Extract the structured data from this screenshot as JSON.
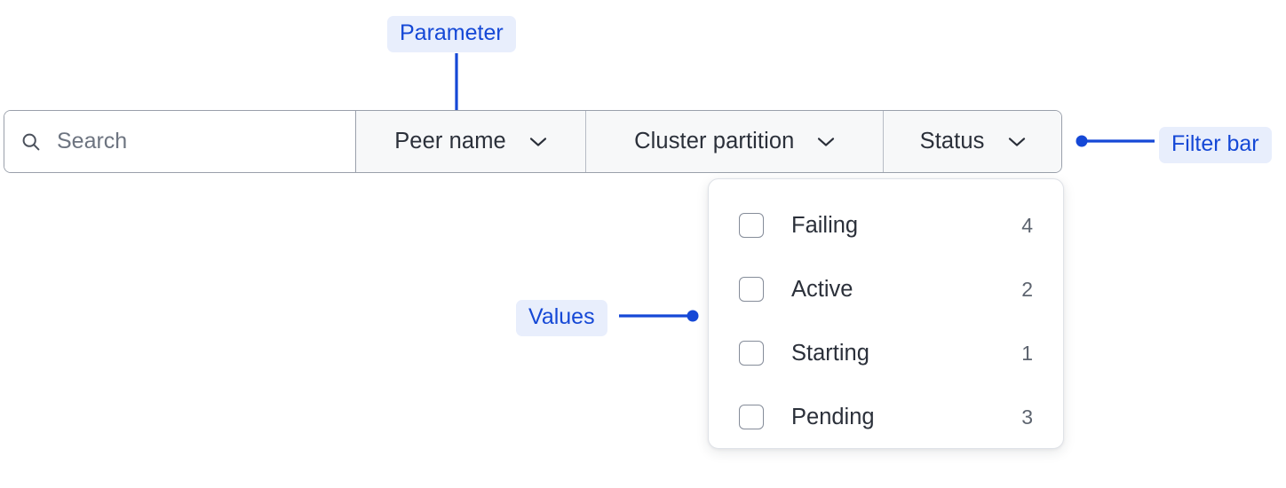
{
  "search": {
    "placeholder": "Search",
    "value": "",
    "icon": "search-icon"
  },
  "filter_bar": {
    "segments": [
      {
        "label": "Peer name",
        "icon": "chevron-down-icon"
      },
      {
        "label": "Cluster partition",
        "icon": "chevron-down-icon"
      },
      {
        "label": "Status",
        "icon": "chevron-down-icon"
      }
    ]
  },
  "dropdown": {
    "open_for": "Status",
    "options": [
      {
        "label": "Failing",
        "count": "4",
        "checked": false
      },
      {
        "label": "Active",
        "count": "2",
        "checked": false
      },
      {
        "label": "Starting",
        "count": "1",
        "checked": false
      },
      {
        "label": "Pending",
        "count": "3",
        "checked": false
      }
    ]
  },
  "annotations": {
    "parameter": "Parameter",
    "values": "Values",
    "filter_bar": "Filter bar"
  },
  "colors": {
    "accent": "#1548d6",
    "annotation_bg": "#e8eefc",
    "segment_bg": "#f7f8f9",
    "border": "#9aa0ab",
    "text": "#2b303a",
    "muted_text": "#6d7480"
  }
}
